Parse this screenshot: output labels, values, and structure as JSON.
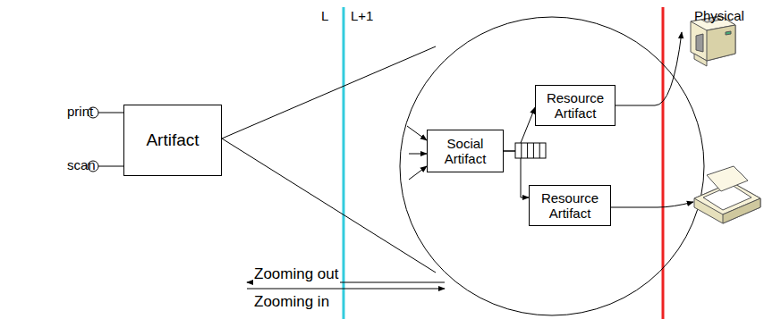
{
  "diagram": {
    "nodes": [
      {
        "text": [
          "Artifact"
        ]
      },
      {
        "text": [
          "Social Artifact"
        ]
      },
      {
        "text": [
          "Resource Artifact"
        ]
      },
      {
        "text": [
          "Resource Artifact"
        ]
      }
    ],
    "edges": [
      {
        "from": 1,
        "to": 2,
        "arrow": "to"
      },
      {
        "from": 1,
        "to": 3,
        "arrow": "to"
      }
    ],
    "labels": [
      "print",
      "scan",
      "L",
      "L+1",
      "Physical",
      "Zooming out",
      "Zooming in"
    ]
  }
}
